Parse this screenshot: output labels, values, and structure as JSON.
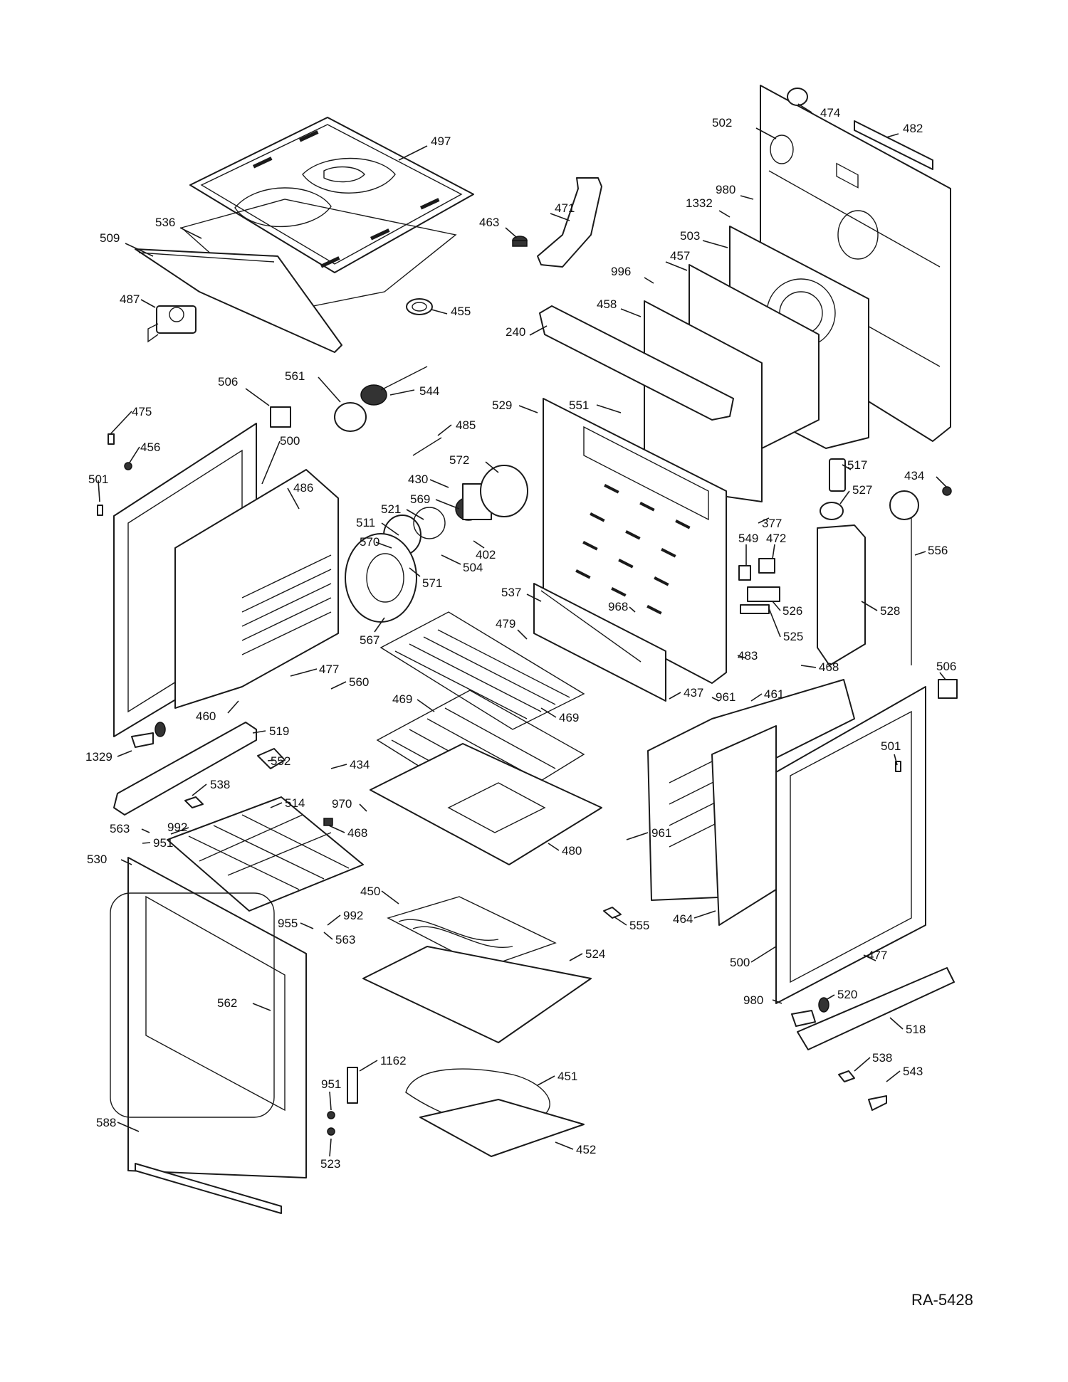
{
  "drawing_ref": "RA-5428",
  "callouts": [
    {
      "id": "c474",
      "text": "474"
    },
    {
      "id": "c482",
      "text": "482"
    },
    {
      "id": "c502",
      "text": "502"
    },
    {
      "id": "c497",
      "text": "497"
    },
    {
      "id": "c980a",
      "text": "980"
    },
    {
      "id": "c1332",
      "text": "1332"
    },
    {
      "id": "c471",
      "text": "471"
    },
    {
      "id": "c463",
      "text": "463"
    },
    {
      "id": "c503",
      "text": "503"
    },
    {
      "id": "c536",
      "text": "536"
    },
    {
      "id": "c509",
      "text": "509"
    },
    {
      "id": "c457",
      "text": "457"
    },
    {
      "id": "c996",
      "text": "996"
    },
    {
      "id": "c455",
      "text": "455"
    },
    {
      "id": "c487",
      "text": "487"
    },
    {
      "id": "c458",
      "text": "458"
    },
    {
      "id": "c240",
      "text": "240"
    },
    {
      "id": "c506a",
      "text": "506"
    },
    {
      "id": "c561",
      "text": "561"
    },
    {
      "id": "c544",
      "text": "544"
    },
    {
      "id": "c529",
      "text": "529"
    },
    {
      "id": "c551",
      "text": "551"
    },
    {
      "id": "c475",
      "text": "475"
    },
    {
      "id": "c485",
      "text": "485"
    },
    {
      "id": "c456",
      "text": "456"
    },
    {
      "id": "c500a",
      "text": "500"
    },
    {
      "id": "c517",
      "text": "517"
    },
    {
      "id": "c572",
      "text": "572"
    },
    {
      "id": "c434a",
      "text": "434"
    },
    {
      "id": "c501a",
      "text": "501"
    },
    {
      "id": "c430",
      "text": "430"
    },
    {
      "id": "c486",
      "text": "486"
    },
    {
      "id": "c527",
      "text": "527"
    },
    {
      "id": "c569",
      "text": "569"
    },
    {
      "id": "c521",
      "text": "521"
    },
    {
      "id": "c377",
      "text": "377"
    },
    {
      "id": "c511",
      "text": "511"
    },
    {
      "id": "c556",
      "text": "556"
    },
    {
      "id": "c549",
      "text": "549"
    },
    {
      "id": "c472",
      "text": "472"
    },
    {
      "id": "c570",
      "text": "570"
    },
    {
      "id": "c402",
      "text": "402"
    },
    {
      "id": "c504",
      "text": "504"
    },
    {
      "id": "c571",
      "text": "571"
    },
    {
      "id": "c537",
      "text": "537"
    },
    {
      "id": "c968",
      "text": "968"
    },
    {
      "id": "c526",
      "text": "526"
    },
    {
      "id": "c528",
      "text": "528"
    },
    {
      "id": "c567",
      "text": "567"
    },
    {
      "id": "c479",
      "text": "479"
    },
    {
      "id": "c525",
      "text": "525"
    },
    {
      "id": "c483",
      "text": "483"
    },
    {
      "id": "c506b",
      "text": "506"
    },
    {
      "id": "c468a",
      "text": "468"
    },
    {
      "id": "c477a",
      "text": "477"
    },
    {
      "id": "c560",
      "text": "560"
    },
    {
      "id": "c437",
      "text": "437"
    },
    {
      "id": "c961a",
      "text": "961"
    },
    {
      "id": "c461",
      "text": "461"
    },
    {
      "id": "c469a",
      "text": "469"
    },
    {
      "id": "c469b",
      "text": "469"
    },
    {
      "id": "c460",
      "text": "460"
    },
    {
      "id": "c519",
      "text": "519"
    },
    {
      "id": "c501b",
      "text": "501"
    },
    {
      "id": "c1329",
      "text": "1329"
    },
    {
      "id": "c552",
      "text": "552"
    },
    {
      "id": "c434b",
      "text": "434"
    },
    {
      "id": "c538a",
      "text": "538"
    },
    {
      "id": "c514",
      "text": "514"
    },
    {
      "id": "c970",
      "text": "970"
    },
    {
      "id": "c563a",
      "text": "563"
    },
    {
      "id": "c992a",
      "text": "992"
    },
    {
      "id": "c468b",
      "text": "468"
    },
    {
      "id": "c961b",
      "text": "961"
    },
    {
      "id": "c951a",
      "text": "951"
    },
    {
      "id": "c480",
      "text": "480"
    },
    {
      "id": "c530",
      "text": "530"
    },
    {
      "id": "c450",
      "text": "450"
    },
    {
      "id": "c955",
      "text": "955"
    },
    {
      "id": "c992b",
      "text": "992"
    },
    {
      "id": "c464",
      "text": "464"
    },
    {
      "id": "c555",
      "text": "555"
    },
    {
      "id": "c563b",
      "text": "563"
    },
    {
      "id": "c524",
      "text": "524"
    },
    {
      "id": "c500b",
      "text": "500"
    },
    {
      "id": "c477b",
      "text": "477"
    },
    {
      "id": "c562",
      "text": "562"
    },
    {
      "id": "c980b",
      "text": "980"
    },
    {
      "id": "c520",
      "text": "520"
    },
    {
      "id": "c518",
      "text": "518"
    },
    {
      "id": "c1162",
      "text": "1162"
    },
    {
      "id": "c451",
      "text": "451"
    },
    {
      "id": "c538b",
      "text": "538"
    },
    {
      "id": "c543",
      "text": "543"
    },
    {
      "id": "c951b",
      "text": "951"
    },
    {
      "id": "c588",
      "text": "588"
    },
    {
      "id": "c523",
      "text": "523"
    },
    {
      "id": "c452",
      "text": "452"
    }
  ]
}
